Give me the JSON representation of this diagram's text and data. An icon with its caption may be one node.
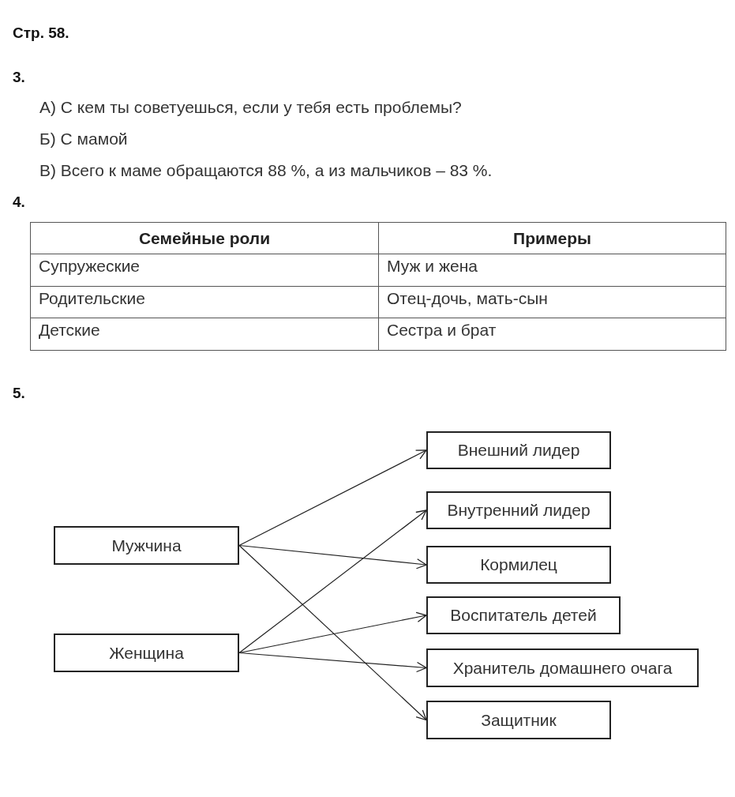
{
  "diagram": {
    "title": "Стр. 58.",
    "nodes": [
      {
        "text": [
          "Мужчина"
        ]
      },
      {
        "text": [
          "Женщина"
        ]
      },
      {
        "text": [
          "Внешний лидер"
        ]
      },
      {
        "text": [
          "Внутренний лидер"
        ]
      },
      {
        "text": [
          "Кормилец"
        ]
      },
      {
        "text": [
          "Воспитатель детей"
        ]
      },
      {
        "text": [
          "Хранитель домашнего очага"
        ]
      },
      {
        "text": [
          "Защитник"
        ]
      }
    ],
    "edges": [
      {
        "from": 0,
        "to": 2,
        "arrow": "to"
      },
      {
        "from": 0,
        "to": 4,
        "arrow": "to"
      },
      {
        "from": 0,
        "to": 7,
        "arrow": "to"
      },
      {
        "from": 1,
        "to": 3,
        "arrow": "to"
      },
      {
        "from": 1,
        "to": 5,
        "arrow": "to"
      },
      {
        "from": 1,
        "to": 6,
        "arrow": "to"
      }
    ],
    "labels": [
      "3.",
      "А) С кем ты советуешься, если у тебя есть проблемы?",
      "Б) С мамой",
      "В) Всего к маме обращаются 88 %, а из мальчиков – 83 %.",
      "4.",
      "Семейные роли",
      "Примеры",
      "Супружеские",
      "Муж и жена",
      "Родительские",
      "Отец-дочь, мать-сын",
      "Детские",
      "Сестра и брат",
      "5."
    ]
  }
}
